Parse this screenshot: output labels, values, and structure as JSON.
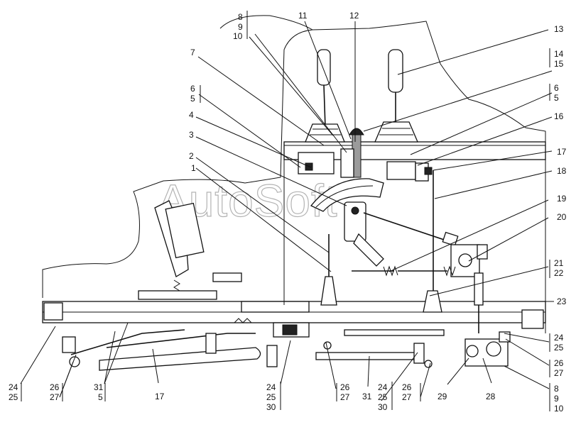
{
  "watermark": "AutoSoft",
  "callouts": {
    "c1": "1",
    "c2": "2",
    "c3": "3",
    "c4": "4",
    "c5a": "5",
    "c6a": "6",
    "c7": "7",
    "c8a": "8",
    "c9a": "9",
    "c10a": "10",
    "c11": "11",
    "c12": "12",
    "c13": "13",
    "c14": "14",
    "c15": "15",
    "c6b": "6",
    "c5b": "5",
    "c16": "16",
    "c17a": "17",
    "c18": "18",
    "c19": "19",
    "c20": "20",
    "c21": "21",
    "c22": "22",
    "c23": "23",
    "c24a": "24",
    "c25a": "25",
    "c26a": "26",
    "c27a": "27",
    "c8b": "8",
    "c9b": "9",
    "c10b": "10",
    "c28": "28",
    "c29": "29",
    "c26b": "26",
    "c27b": "27",
    "c24b": "24",
    "c25b": "25",
    "c30a": "30",
    "c31b": "31",
    "c26c": "26",
    "c27c": "27",
    "c24c": "24",
    "c25c": "25",
    "c30b": "30",
    "c17b": "17",
    "c31a": "31",
    "c5c": "5",
    "c26d": "26",
    "c27d": "27",
    "c24d": "24",
    "c25d": "25"
  }
}
